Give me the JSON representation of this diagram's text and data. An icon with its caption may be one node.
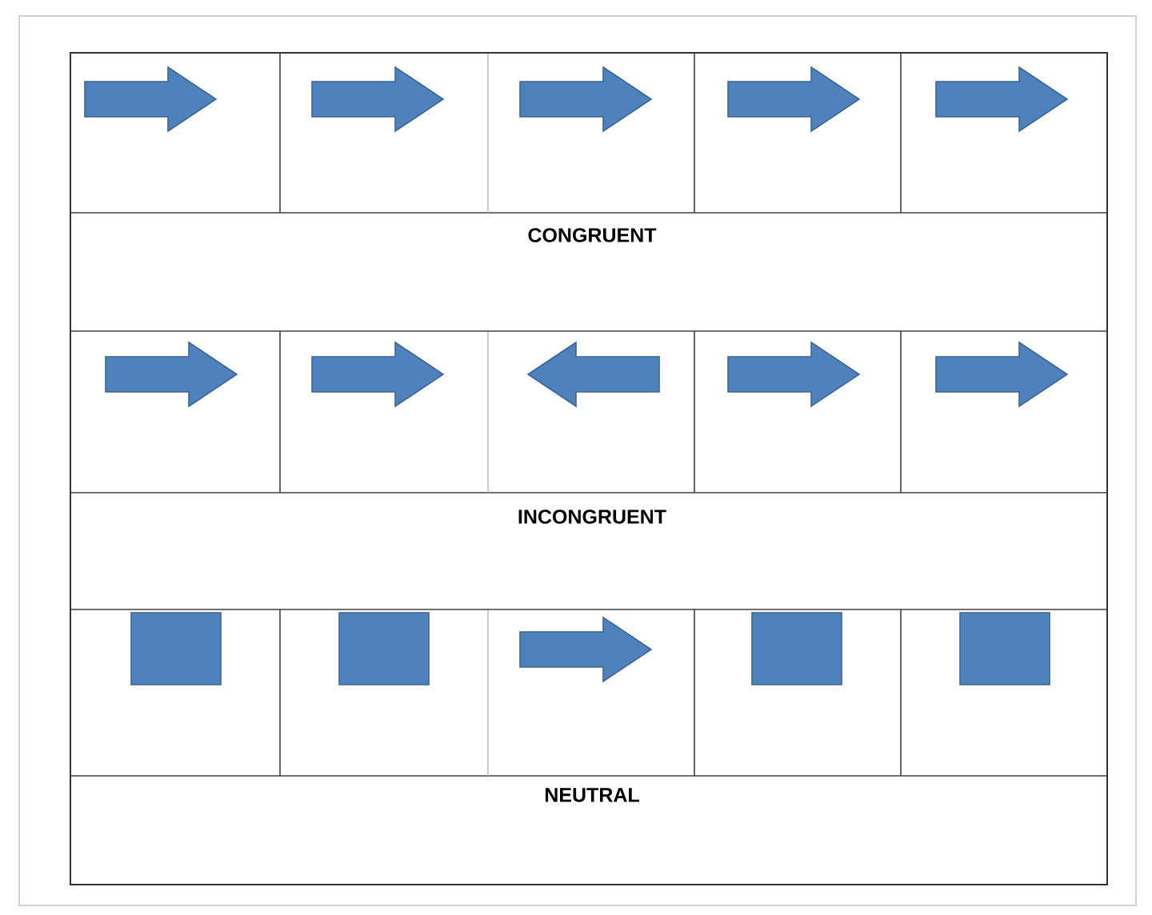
{
  "diagram": {
    "labels": [
      "CONGRUENT",
      "INCONGRUENT",
      "NEUTRAL"
    ]
  }
}
